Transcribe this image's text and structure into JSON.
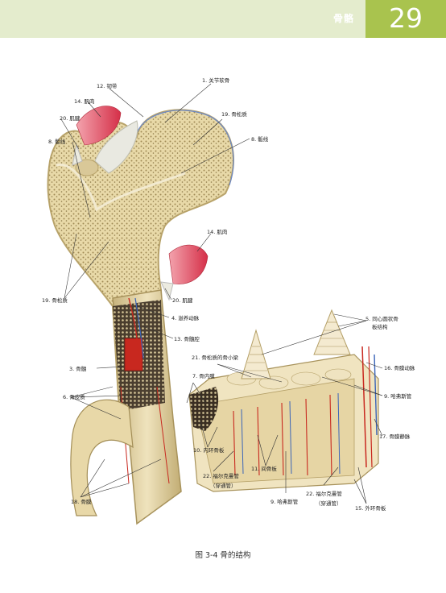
{
  "header": {
    "section_title": "骨骼",
    "page_number": "29"
  },
  "figure": {
    "caption": "图 3-4  骨的结构",
    "labels": {
      "l1": "1. 关节软骨",
      "l12": "12. 韧带",
      "l14a": "14. 肌肉",
      "l19a": "19. 骨松质",
      "l20a": "20. 肌腱",
      "l8a": "8. 骺线",
      "l8b": "8. 骺线",
      "l14b": "14. 肌肉",
      "l20b": "20. 肌腱",
      "l19b": "19. 骨松质",
      "l4": "4. 滋养动脉",
      "l13": "13. 骨髓腔",
      "l5a": "5. 同心圆状骨",
      "l5b": "板结构",
      "l21": "21. 骨松质的骨小梁",
      "l16": "16. 骨膜动脉",
      "l3": "3. 骨髓",
      "l7": "7. 骨内膜",
      "l9a": "9. 哈弗斯管",
      "l6": "6. 骨皮质",
      "l17": "17. 骨膜静脉",
      "l10": "10. 内环骨板",
      "l11": "11. 间骨板",
      "l22a1": "22. 福尔克曼管",
      "l22a2": "（穿通管）",
      "l22b1": "22. 福尔克曼管",
      "l22b2": "（穿通管）",
      "l18": "18. 骨膜",
      "l9b": "9. 哈弗斯管",
      "l15": "15. 外环骨板"
    }
  }
}
